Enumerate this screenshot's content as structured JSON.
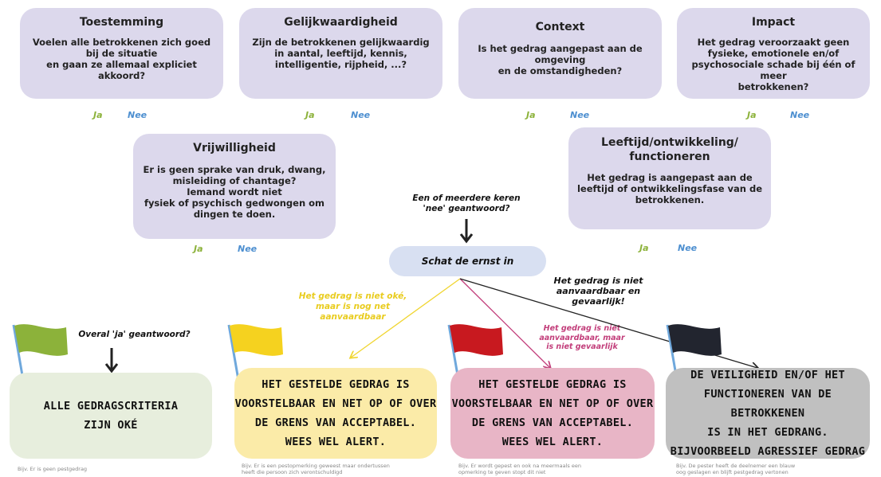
{
  "criteria_top": [
    {
      "title": "Toestemming",
      "body": "Voelen alle betrokkenen zich goed\nbij de situatie\nen gaan ze allemaal expliciet\nakkoord?"
    },
    {
      "title": "Gelijkwaardigheid",
      "body": "Zijn de betrokkenen gelijkwaardig\nin aantal, leeftijd, kennis,\nintelligentie, rijpheid, ...?"
    },
    {
      "title": "Context",
      "body": "Is het gedrag aangepast aan de\nomgeving\nen de omstandigheden?"
    },
    {
      "title": "Impact",
      "body": "Het gedrag veroorzaakt geen\nfysieke, emotionele en/of\npsychosociale schade bij één of meer\nbetrokkenen?"
    }
  ],
  "criteria_mid": [
    {
      "title": "Vrijwilligheid",
      "body": "Er is geen sprake van druk, dwang,\nmisleiding of chantage?\nIemand wordt niet\nfysiek of psychisch gedwongen om\ndingen te doen."
    },
    {
      "title": "Leeftijd/ontwikkeling/\nfunctioneren",
      "body": "Het gedrag is aangepast aan de\nleeftijd of ontwikkelingsfase van de\nbetrokkenen."
    }
  ],
  "answers": {
    "yes": "Ja",
    "no": "Nee"
  },
  "question_no": "Een of meerdere keren\n'nee' geantwoord?",
  "question_yes": "Overal 'ja' geantwoord?",
  "assess_label": "Schat de ernst in",
  "branch_labels": {
    "yellow": "Het gedrag is niet oké,\nmaar is nog net\naanvaardbaar",
    "red": "Het gedrag is niet\naanvaardbaar, maar\nis niet gevaarlijk",
    "black": "Het gedrag is niet\naanvaardbaar en\ngevaarlijk!"
  },
  "outcomes": [
    {
      "text": "ALLE GEDRAGSCRITERIA\nZIJN OKÉ",
      "color": "#e7eedd",
      "flag": "#8cb23a",
      "example": "Bijv. Er is geen pestgedrag"
    },
    {
      "text": "HET GESTELDE GEDRAG IS\nVOORSTELBAAR EN NET OP OF OVER\nDE GRENS VAN ACCEPTABEL.\nWEES WEL ALERT.",
      "color": "#fbeba8",
      "flag": "#f5d21f",
      "example": "Bijv. Er is een pestopmerking geweest maar ondertussen\nheeft die persoon zich verontschuldigd"
    },
    {
      "text": "HET GESTELDE GEDRAG IS\nVOORSTELBAAR EN NET OP OF OVER\nDE GRENS VAN ACCEPTABEL.\nWEES WEL ALERT.",
      "color": "#e8b5c6",
      "flag": "#c8191f",
      "example": "Bijv. Er wordt gepest en ook na meermaals een\nopmerking te geven stopt dit niet"
    },
    {
      "text": "DE VEILIGHEID EN/OF HET\nFUNCTIONEREN VAN DE BETROKKENEN\nIS IN HET GEDRANG.\nBIJVOORBEELD AGRESSIEF GEDRAG",
      "color": "#c0c0c0",
      "flag": "#22252f",
      "example": "Bijv. De pester heeft de deelnemer een blauw\noog geslagen en blijft pestgedrag vertonen"
    }
  ],
  "colors": {
    "card": "#dcd8ec",
    "ja": "#8cb23a",
    "nee": "#4d8fd0",
    "yellow_line": "#f0d530",
    "red_line": "#c23d7a",
    "black_line": "#222222"
  }
}
